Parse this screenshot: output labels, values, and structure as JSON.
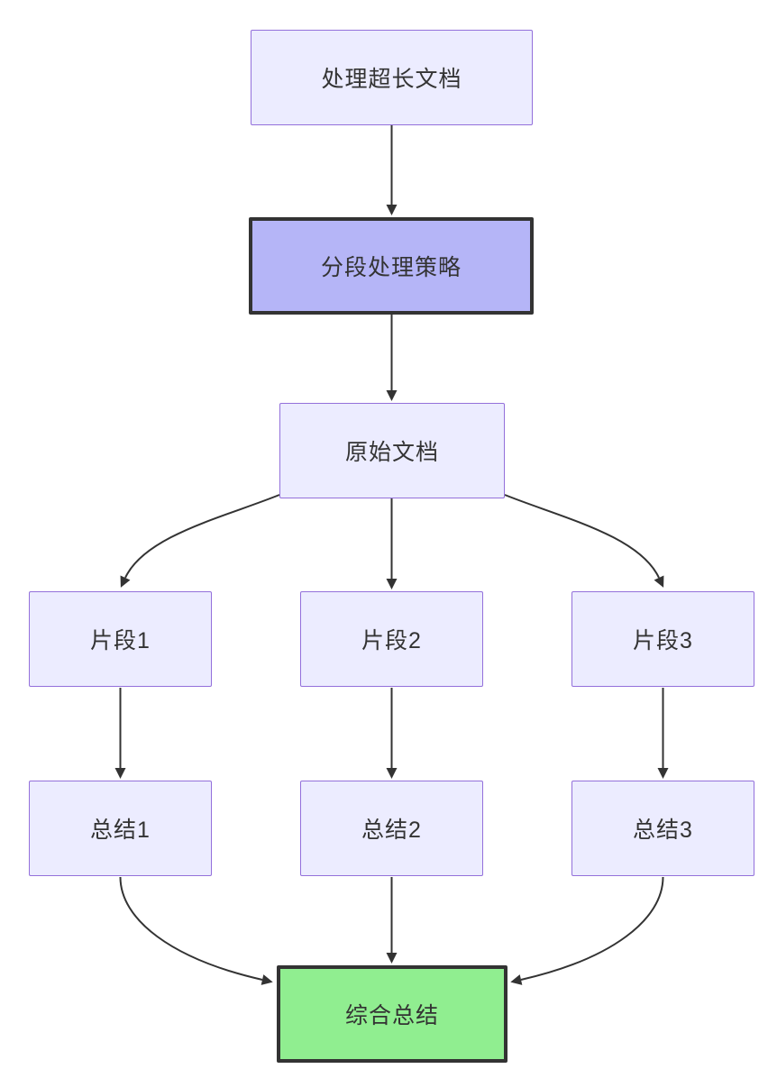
{
  "diagram": {
    "type": "flowchart",
    "direction": "top-down",
    "background": "#ffffff",
    "text_color": "#333333",
    "edge_color": "#333333",
    "styles": {
      "default_fill": "#ECECFF",
      "default_border": "#9370DB",
      "emphasis_fill": "#B5B5F7",
      "emphasis_border": "#333333",
      "success_fill": "#90EE90",
      "success_border": "#333333"
    },
    "nodes": [
      {
        "id": "A",
        "label": "处理超长文档",
        "fill": "#ECECFF",
        "border": "#9370DB",
        "border_width": 1
      },
      {
        "id": "B",
        "label": "分段处理策略",
        "fill": "#B5B5F7",
        "border": "#333333",
        "border_width": 4
      },
      {
        "id": "C",
        "label": "原始文档",
        "fill": "#ECECFF",
        "border": "#9370DB",
        "border_width": 1
      },
      {
        "id": "D1",
        "label": "片段1",
        "fill": "#ECECFF",
        "border": "#9370DB",
        "border_width": 1
      },
      {
        "id": "D2",
        "label": "片段2",
        "fill": "#ECECFF",
        "border": "#9370DB",
        "border_width": 1
      },
      {
        "id": "D3",
        "label": "片段3",
        "fill": "#ECECFF",
        "border": "#9370DB",
        "border_width": 1
      },
      {
        "id": "E1",
        "label": "总结1",
        "fill": "#ECECFF",
        "border": "#9370DB",
        "border_width": 1
      },
      {
        "id": "E2",
        "label": "总结2",
        "fill": "#ECECFF",
        "border": "#9370DB",
        "border_width": 1
      },
      {
        "id": "E3",
        "label": "总结3",
        "fill": "#ECECFF",
        "border": "#9370DB",
        "border_width": 1
      },
      {
        "id": "F",
        "label": "综合总结",
        "fill": "#90EE90",
        "border": "#333333",
        "border_width": 4
      }
    ],
    "edges": [
      {
        "from": "A",
        "to": "B"
      },
      {
        "from": "B",
        "to": "C"
      },
      {
        "from": "C",
        "to": "D1"
      },
      {
        "from": "C",
        "to": "D2"
      },
      {
        "from": "C",
        "to": "D3"
      },
      {
        "from": "D1",
        "to": "E1"
      },
      {
        "from": "D2",
        "to": "E2"
      },
      {
        "from": "D3",
        "to": "E3"
      },
      {
        "from": "E1",
        "to": "F"
      },
      {
        "from": "E2",
        "to": "F"
      },
      {
        "from": "E3",
        "to": "F"
      }
    ]
  }
}
